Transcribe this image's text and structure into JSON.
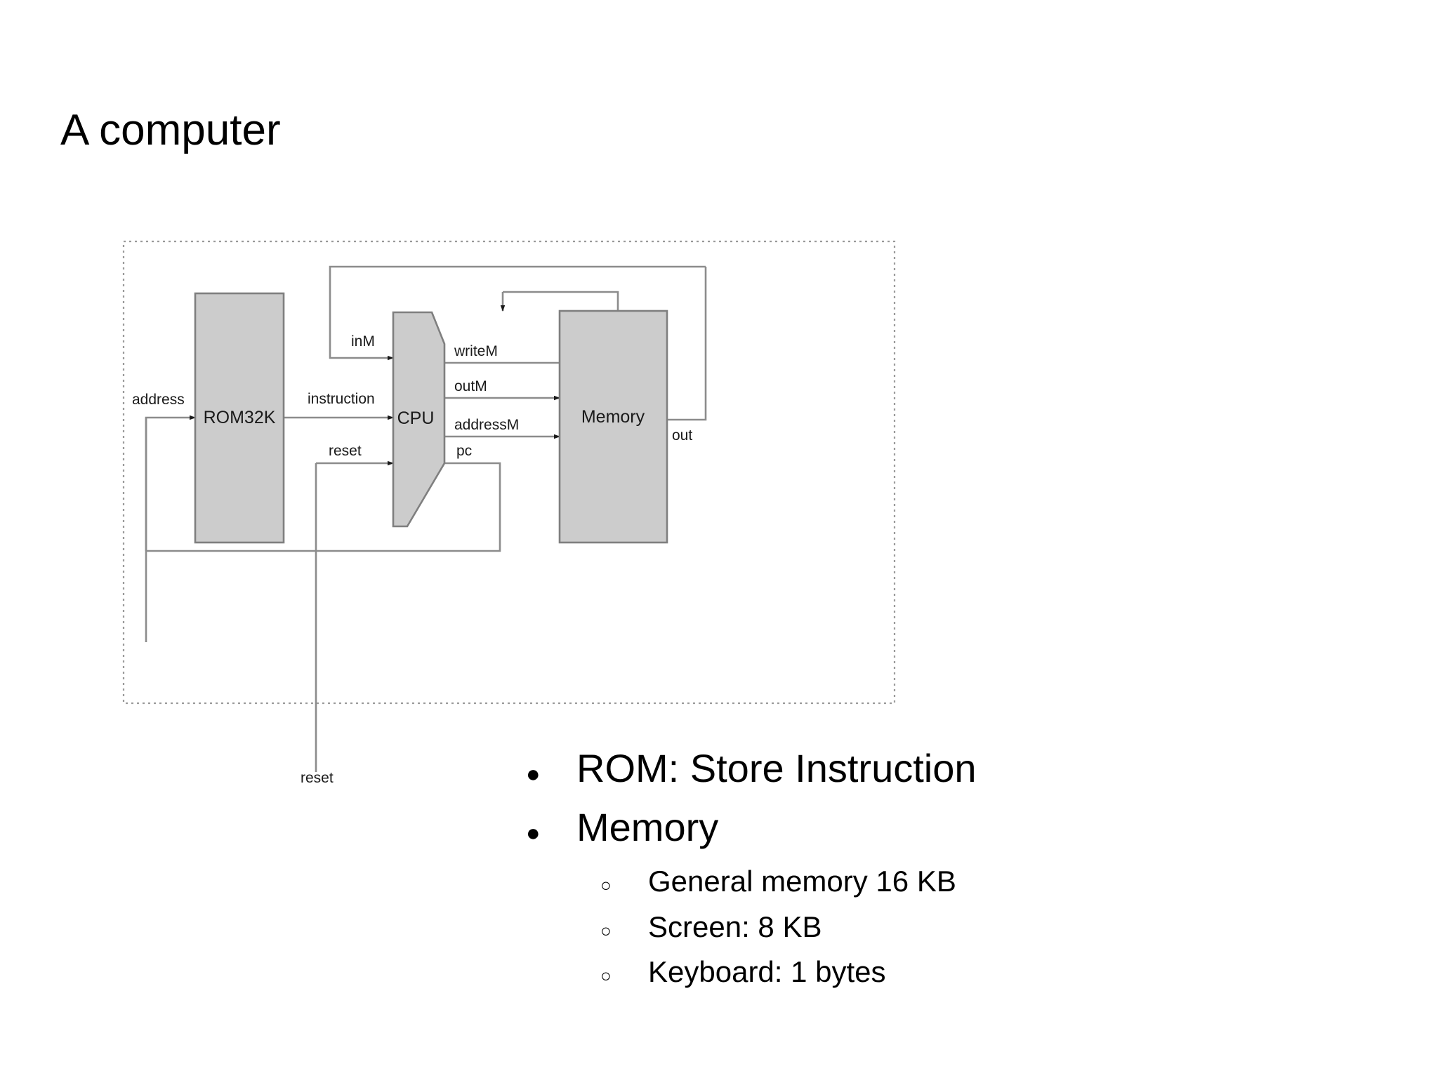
{
  "slide": {
    "title": "A computer",
    "background_color": "#ffffff"
  },
  "diagram": {
    "outer_boundary_style": "dotted",
    "block_fill_color": "#cccccc",
    "block_stroke_color": "#808080",
    "wire_color": "#808080",
    "blocks": [
      {
        "id": "rom",
        "label": "ROM32K",
        "shape": "rectangle"
      },
      {
        "id": "cpu",
        "label": "CPU",
        "shape": "trapezoid"
      },
      {
        "id": "memory",
        "label": "Memory",
        "shape": "rectangle"
      }
    ],
    "wire_labels": {
      "address": "address",
      "instruction": "instruction",
      "inM": "inM",
      "writeM": "writeM",
      "outM": "outM",
      "addressM": "addressM",
      "reset_in": "reset",
      "pc": "pc",
      "out": "out",
      "reset_external": "reset"
    }
  },
  "bullets": [
    {
      "marker": "filled",
      "text": "ROM: Store Instruction",
      "children": []
    },
    {
      "marker": "filled",
      "text": "Memory",
      "children": [
        {
          "marker": "hollow",
          "text": "General memory 16 KB"
        },
        {
          "marker": "hollow",
          "text": "Screen: 8 KB"
        },
        {
          "marker": "hollow",
          "text": "Keyboard: 1 bytes"
        }
      ]
    }
  ]
}
